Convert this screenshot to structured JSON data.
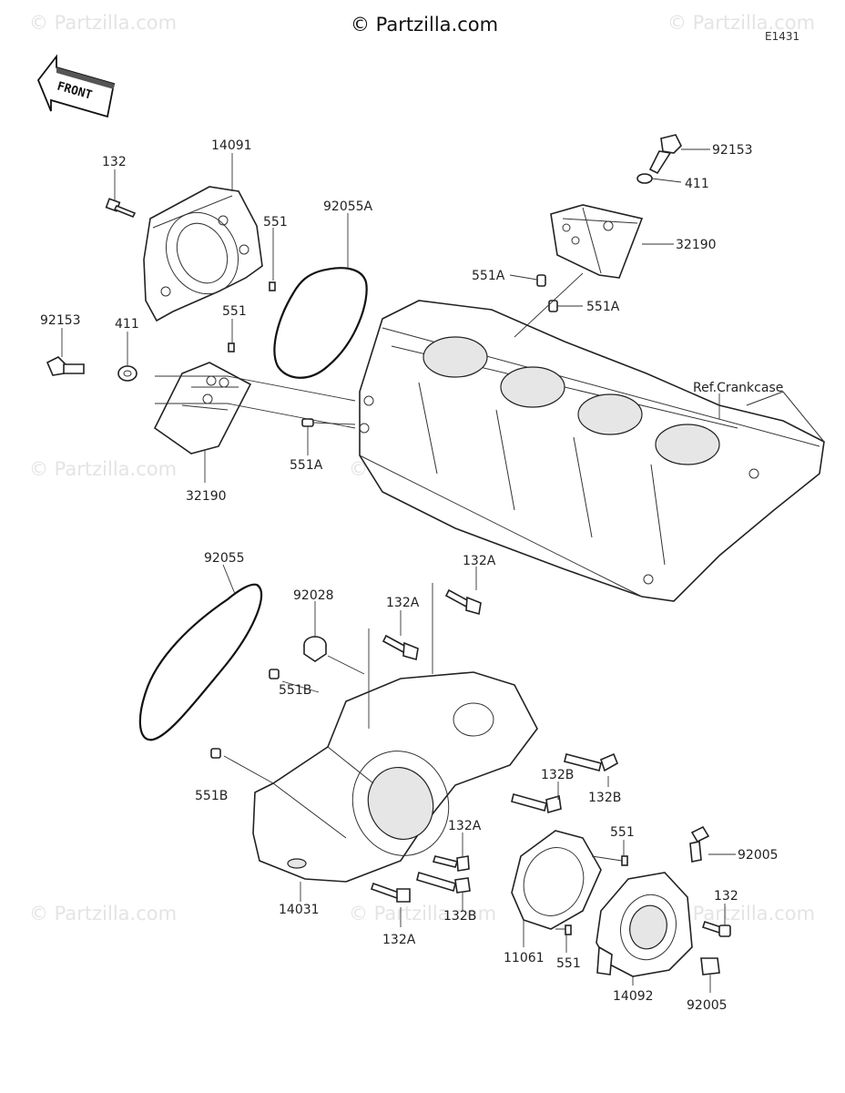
{
  "header": {
    "copyright": "© Partzilla.com",
    "diagram_code": "E1431"
  },
  "watermark": {
    "text": "© Partzilla.com"
  },
  "front_badge": {
    "text": "FRONT"
  },
  "ref_label": "Ref.Crankcase",
  "labels": {
    "p132_top": "132",
    "p14091": "14091",
    "p551_a": "551",
    "p551_b": "551",
    "p92055A": "92055A",
    "p92153_left": "92153",
    "p411_left": "411",
    "p32190_left": "32190",
    "p551A_left": "551A",
    "p92153_right": "92153",
    "p411_right": "411",
    "p32190_right": "32190",
    "p551A_top": "551A",
    "p551A_mid": "551A",
    "p92055": "92055",
    "p92028": "92028",
    "p132A_1": "132A",
    "p132A_2": "132A",
    "p551B_1": "551B",
    "p551B_2": "551B",
    "p132B_1": "132B",
    "p132B_2": "132B",
    "p132A_3": "132A",
    "p132A_4": "132A",
    "p132B_3": "132B",
    "p14031": "14031",
    "p551_c": "551",
    "p92005_top": "92005",
    "p132_right": "132",
    "p11061": "11061",
    "p551_d": "551",
    "p14092": "14092",
    "p92005_bottom": "92005"
  }
}
